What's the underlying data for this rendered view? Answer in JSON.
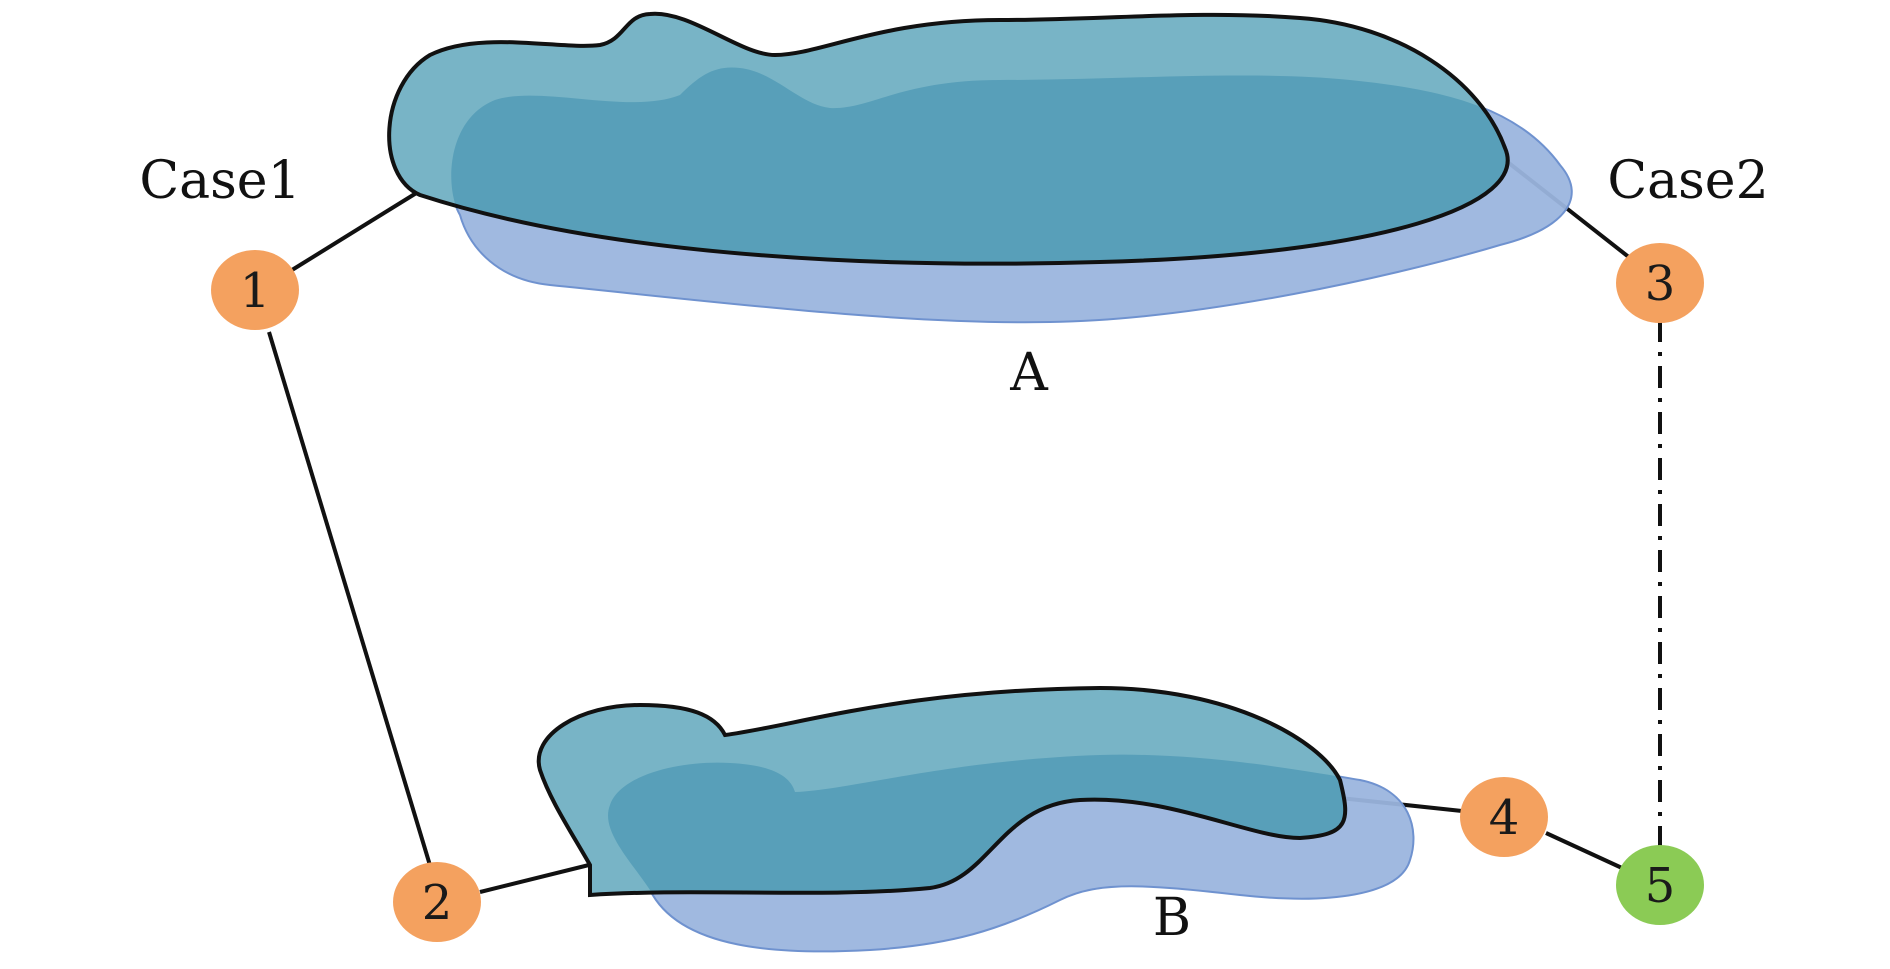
{
  "labels": {
    "case1": "Case1",
    "case2": "Case2",
    "region_a": "A",
    "region_b": "B"
  },
  "nodes": {
    "n1": "1",
    "n2": "2",
    "n3": "3",
    "n4": "4",
    "n5": "5"
  },
  "colors": {
    "node_orange": "#F4A15F",
    "node_green": "#8BCB55",
    "region_teal": "#6AAEC0",
    "region_blue": "#9BB5DE",
    "region_overlap": "#5AA0BB",
    "edge": "#111111"
  }
}
